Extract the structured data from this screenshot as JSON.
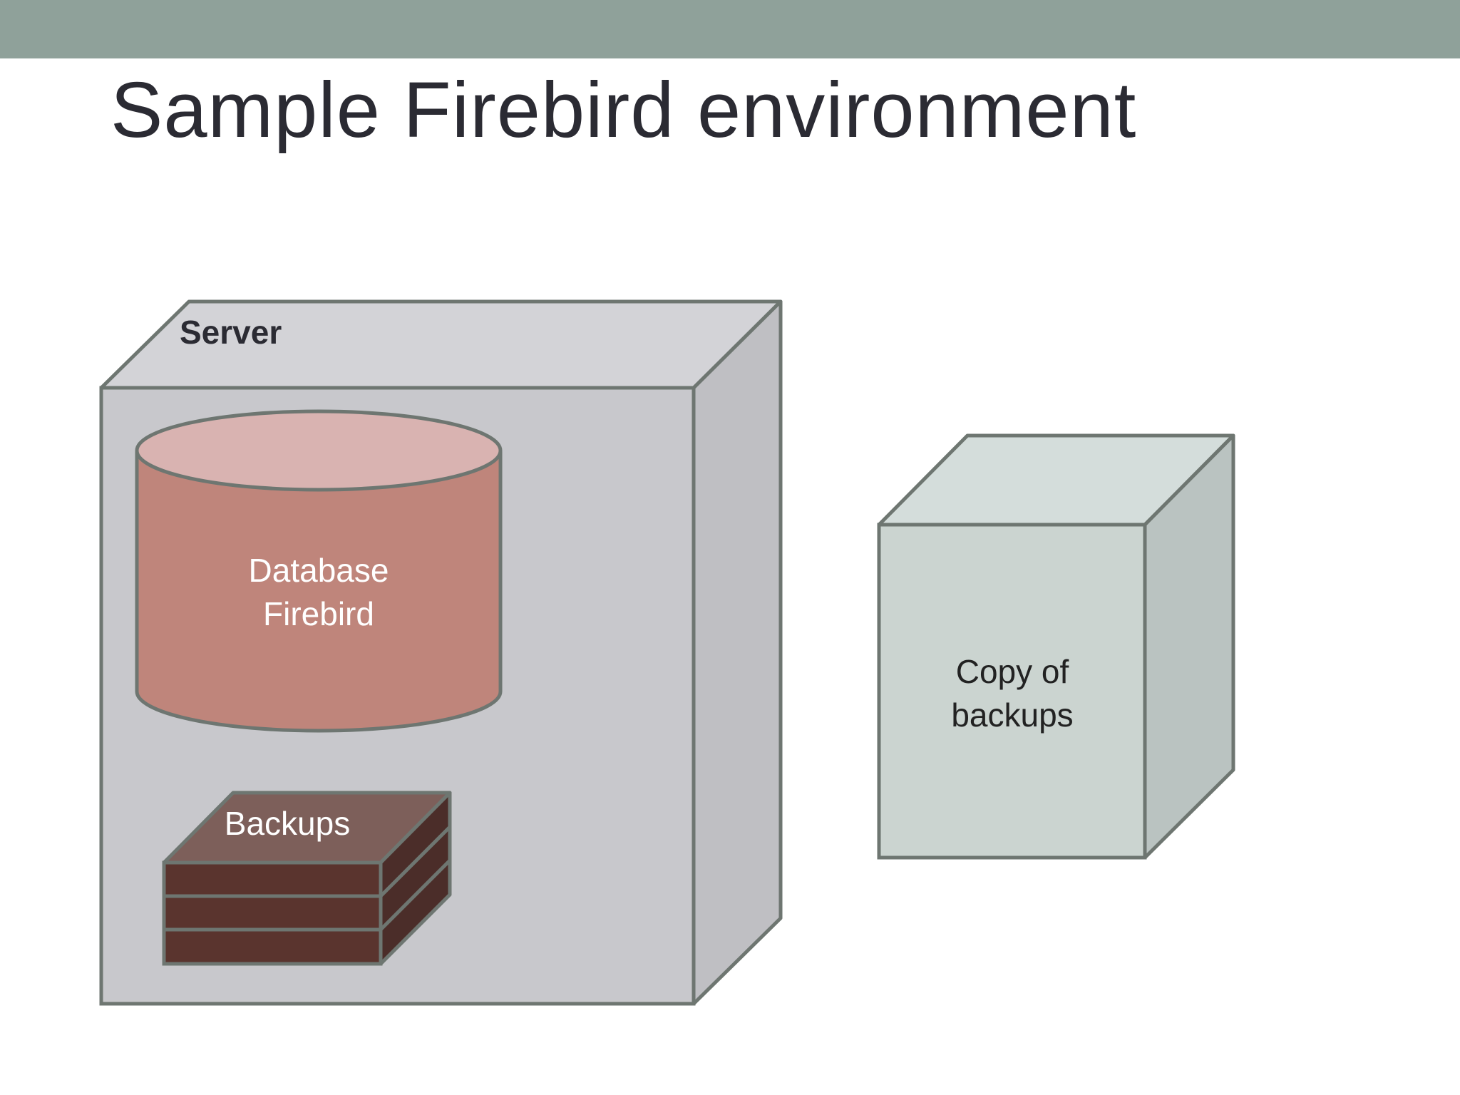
{
  "slide": {
    "title": "Sample Firebird environment"
  },
  "diagram": {
    "server_label": "Server",
    "database_line1": "Database",
    "database_line2": "Firebird",
    "backups_label": "Backups",
    "copy_line1": "Copy of",
    "copy_line2": "backups"
  },
  "colors": {
    "top_bar": "#8fa19a",
    "title_text": "#2b2b33",
    "server_front": "#c8c8cc",
    "server_top": "#d3d3d7",
    "server_side": "#bfbfc3",
    "cylinder_body": "#bf857b",
    "cylinder_top": "#d9b3b1",
    "backups_front": "#5a342e",
    "backups_top": "#7d5f5a",
    "backups_side": "#4b2d29",
    "copy_front": "#cbd4d0",
    "copy_top": "#d4dddb",
    "copy_side": "#bac3c1",
    "outline": "#6e7671"
  }
}
